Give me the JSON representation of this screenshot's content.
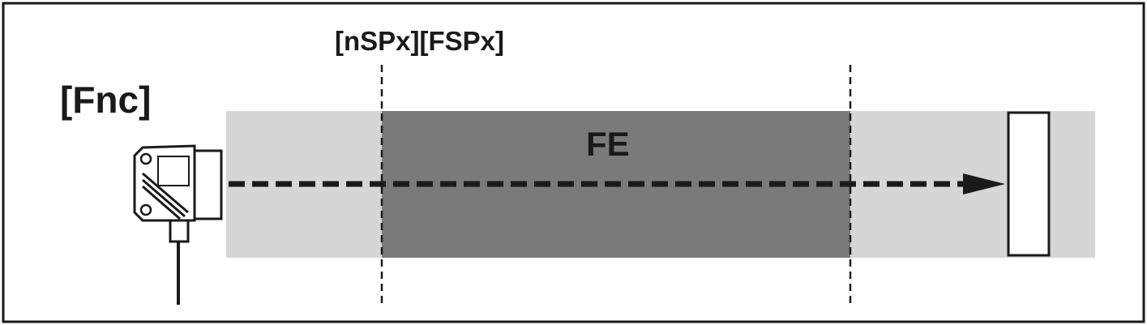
{
  "labels": {
    "function": "[Fnc]",
    "setpoints": "[nSPx][FSPx]",
    "zone": "FE"
  },
  "colors": {
    "frame": "#1a1a1a",
    "detection_range": "#d6d6d6",
    "window_zone": "#7a7a7a",
    "beam": "#1a1a1a",
    "target_fill": "#ffffff"
  },
  "icons": {
    "sensor": "photoelectric-sensor-icon",
    "target": "reflector-target-icon"
  }
}
